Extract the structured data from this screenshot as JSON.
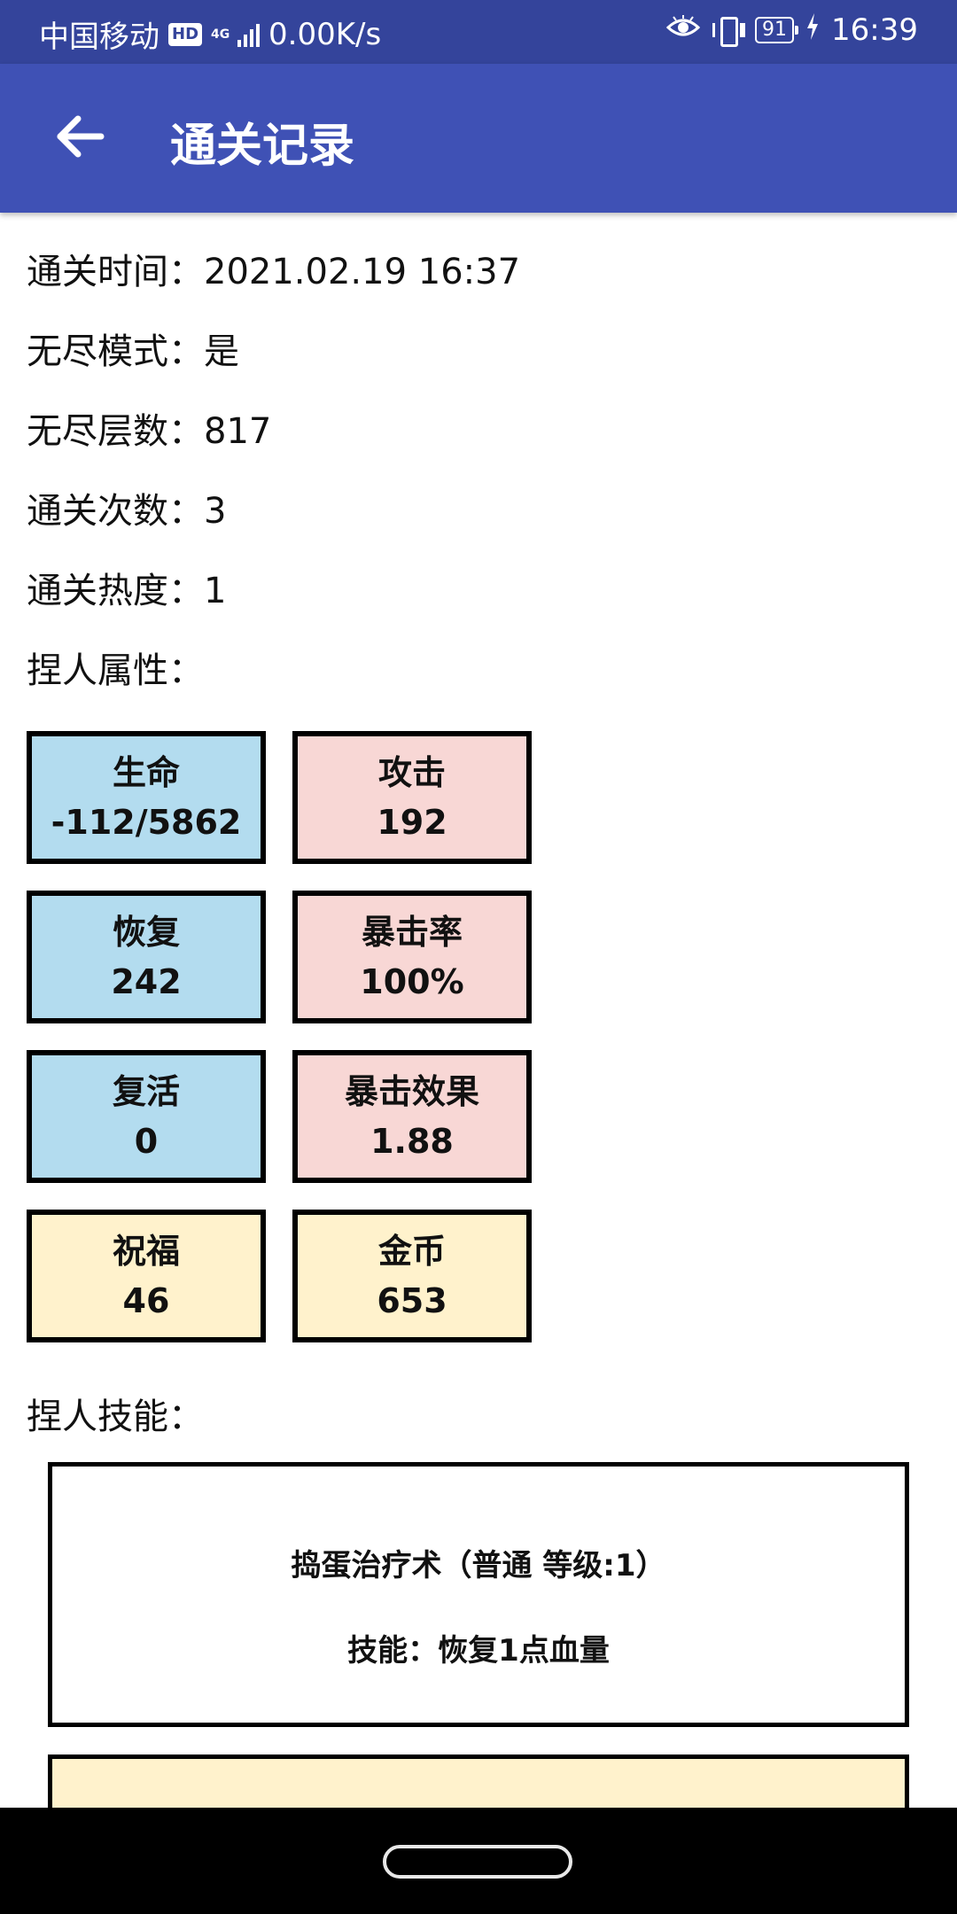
{
  "status_bar": {
    "carrier": "中国移动",
    "hd": "HD",
    "network": "4G",
    "speed": "0.00K/s",
    "battery": "91",
    "time": "16:39",
    "icons": [
      "eye-icon",
      "vibrate-icon",
      "battery-icon",
      "charging-icon",
      "signal-icon"
    ],
    "color": "#34449b"
  },
  "app_bar": {
    "title": "通关记录",
    "back_icon": "arrow-left-icon",
    "color": "#3f51b5"
  },
  "record": {
    "time": {
      "label": "通关时间：",
      "value": "2021.02.19 16:37"
    },
    "endless_mode": {
      "label": "无尽模式：",
      "value": "是"
    },
    "endless_floor": {
      "label": "无尽层数：",
      "value": "817"
    },
    "clear_count": {
      "label": "通关次数：",
      "value": "3"
    },
    "heat": {
      "label": "通关热度：",
      "value": "1"
    }
  },
  "attributes": {
    "title": "捏人属性：",
    "tiles": [
      {
        "name": "生命",
        "value": "-112/5862",
        "color": "#b3dcef"
      },
      {
        "name": "攻击",
        "value": "192",
        "color": "#f8d7d5"
      },
      {
        "name": "恢复",
        "value": "242",
        "color": "#b3dcef"
      },
      {
        "name": "暴击率",
        "value": "100%",
        "color": "#f8d7d5"
      },
      {
        "name": "复活",
        "value": "0",
        "color": "#b3dcef"
      },
      {
        "name": "暴击效果",
        "value": "1.88",
        "color": "#f8d7d5"
      },
      {
        "name": "祝福",
        "value": "46",
        "color": "#fff2cc"
      },
      {
        "name": "金币",
        "value": "653",
        "color": "#fff2cc"
      }
    ]
  },
  "skills": {
    "title": "捏人技能：",
    "items": [
      {
        "name": "捣蛋治疗术（普通 等级:1）",
        "desc": "技能：恢复1点血量",
        "color": "#ffffff"
      },
      {
        "name": "",
        "desc": "",
        "color": "#fff2cc"
      }
    ]
  }
}
